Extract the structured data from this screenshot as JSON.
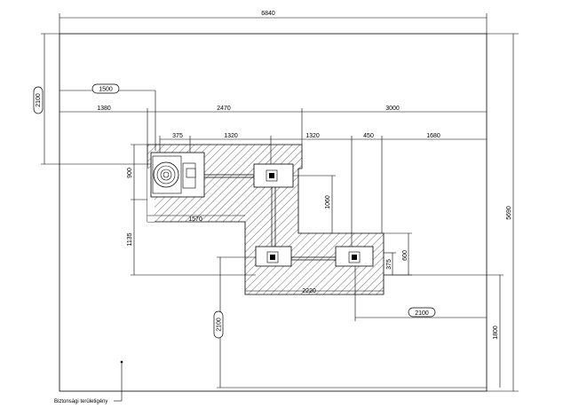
{
  "drawing": {
    "dimensions": {
      "total_width": "6840",
      "total_height": "5690",
      "left_height": "2100",
      "bubble_1500": "1500",
      "seg_1380": "1380",
      "seg_2470": "2470",
      "seg_3000": "3000",
      "seg_375": "375",
      "seg_1320_a": "1320",
      "seg_1320_b": "1320",
      "seg_450": "450",
      "seg_1680": "1680",
      "v_900": "900",
      "v_1135": "1135",
      "h_1570": "1570",
      "v_1060": "1060",
      "v_600": "600",
      "v_375": "375",
      "h_2220": "2220",
      "bubble_2100_right": "2100",
      "bubble_2100_bottom": "2100",
      "v_1800": "1800"
    },
    "notes": {
      "safety_zone": "Biztonsági területigény"
    }
  }
}
